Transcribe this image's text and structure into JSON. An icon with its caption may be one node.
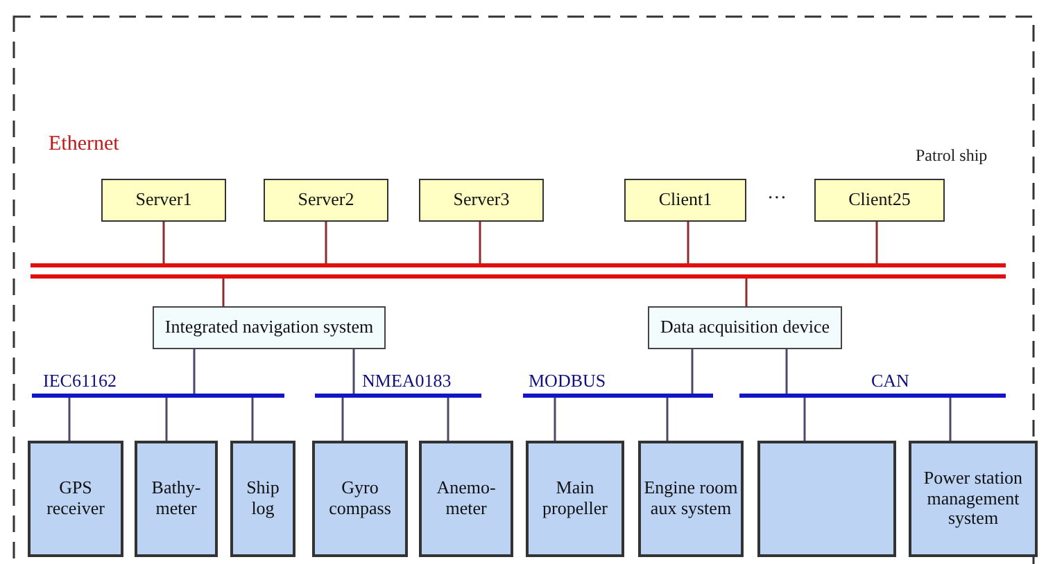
{
  "diagram": {
    "nodes": [
      {
        "text": [
          "Server1"
        ]
      },
      {
        "text": [
          "Server2"
        ]
      },
      {
        "text": [
          "Server3"
        ]
      },
      {
        "text": [
          "Client1"
        ]
      },
      {
        "text": [
          "Client25"
        ]
      },
      {
        "text": [],
        "shape": "bar"
      },
      {
        "text": [
          "Integrated navigation system"
        ]
      },
      {
        "text": [
          "Data acquisition device"
        ]
      },
      {
        "text": [
          "IEC61162"
        ]
      },
      {
        "text": [
          "NMEA0183"
        ]
      },
      {
        "text": [
          "MODBUS"
        ]
      },
      {
        "text": [
          "CAN"
        ]
      },
      {
        "text": [
          "GPS receiver"
        ]
      },
      {
        "text": [
          "Bathy- meter"
        ]
      },
      {
        "text": [
          "Ship log"
        ]
      },
      {
        "text": [
          "Gyro compass"
        ]
      },
      {
        "text": [
          "Anemo- meter"
        ]
      },
      {
        "text": [
          "Main propeller"
        ]
      },
      {
        "text": [
          "Engine room aux system"
        ]
      },
      {
        "text": [],
        "shape": "box"
      },
      {
        "text": [
          "Power station management system"
        ]
      }
    ],
    "edges": [
      {
        "from": 0,
        "to": 5,
        "arrow": "none",
        "color": "#8b2c2c"
      },
      {
        "from": 1,
        "to": 5,
        "arrow": "none",
        "color": "#8b2c2c"
      },
      {
        "from": 2,
        "to": 5,
        "arrow": "none",
        "color": "#8b2c2c"
      },
      {
        "from": 3,
        "to": 5,
        "arrow": "none",
        "color": "#8b2c2c"
      },
      {
        "from": 4,
        "to": 5,
        "arrow": "none",
        "color": "#8b2c2c"
      },
      {
        "from": 5,
        "to": 6,
        "arrow": "none",
        "color": "#8b2c2c"
      },
      {
        "from": 5,
        "to": 7,
        "arrow": "none",
        "color": "#8b2c2c"
      },
      {
        "from": 6,
        "to": 8,
        "arrow": "none"
      },
      {
        "from": 6,
        "to": 9,
        "arrow": "none"
      },
      {
        "from": 7,
        "to": 10,
        "arrow": "none"
      },
      {
        "from": 7,
        "to": 11,
        "arrow": "none"
      },
      {
        "from": 8,
        "to": 12,
        "arrow": "none"
      },
      {
        "from": 8,
        "to": 13,
        "arrow": "none"
      },
      {
        "from": 8,
        "to": 14,
        "arrow": "none"
      },
      {
        "from": 9,
        "to": 15,
        "arrow": "none"
      },
      {
        "from": 9,
        "to": 16,
        "arrow": "none"
      },
      {
        "from": 10,
        "to": 17,
        "arrow": "none"
      },
      {
        "from": 10,
        "to": 18,
        "arrow": "none"
      },
      {
        "from": 11,
        "to": 19,
        "arrow": "none"
      },
      {
        "from": 11,
        "to": 20,
        "arrow": "none"
      }
    ],
    "labels": [
      "Ethernet",
      "Patrol ship",
      "···"
    ]
  }
}
